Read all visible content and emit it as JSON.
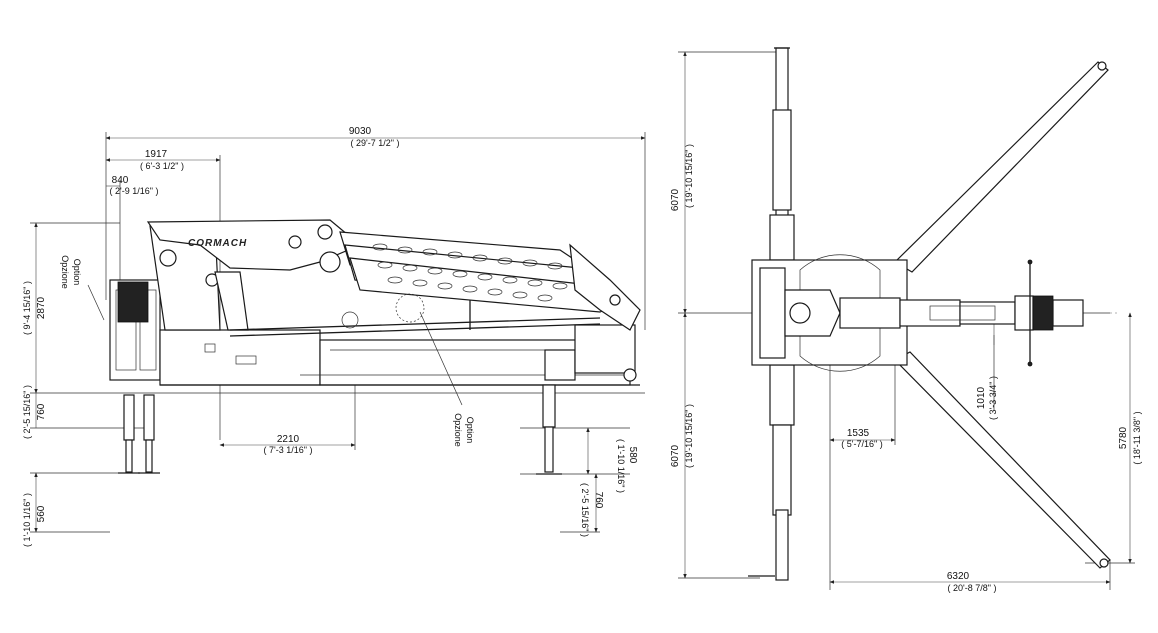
{
  "brand": "CORMACH",
  "option_label": {
    "it": "Opzione",
    "en": "Option"
  },
  "side_view": {
    "overall_length": {
      "mm": "9030",
      "imperial": "( 29'-7 1/2\" )"
    },
    "base_to_column": {
      "mm": "1917",
      "imperial": "( 6'-3 1/2\" )"
    },
    "frame_to_column": {
      "mm": "840",
      "imperial": "( 2'-9 1/16\" )"
    },
    "height": {
      "mm": "2870",
      "imperial": "( 9'-4 15/16\" )"
    },
    "stabilizer_center": {
      "mm": "2210",
      "imperial": "( 7'-3 1/16\" )"
    },
    "front_leg_down": {
      "mm": "760",
      "imperial": "( 2'-5 15/16\" )"
    },
    "rear_leg_down": {
      "mm": "760",
      "imperial": "( 2'-5 15/16\" )"
    },
    "rear_foot_travel": {
      "mm": "580",
      "imperial": "( 1'-10 1/16\" )"
    },
    "front_foot_travel": {
      "mm": "560",
      "imperial": "( 1'-10 1/16\" )"
    }
  },
  "top_view": {
    "upper_outrigger": {
      "mm": "6070",
      "imperial": "( 19'-10 15/16\" )"
    },
    "lower_outrigger": {
      "mm": "6070",
      "imperial": "( 19'-10 15/16\" )"
    },
    "slew_offset": {
      "mm": "1535",
      "imperial": "( 5'-7/16\" )"
    },
    "boom_offset": {
      "mm": "1010",
      "imperial": "( 3'-3 3/4\" )"
    },
    "rear_outrigger_reach": {
      "mm": "5780",
      "imperial": "( 18'-11 3/8\" )"
    },
    "diagonal_span": {
      "mm": "6320",
      "imperial": "( 20'-8 7/8\" )"
    }
  }
}
